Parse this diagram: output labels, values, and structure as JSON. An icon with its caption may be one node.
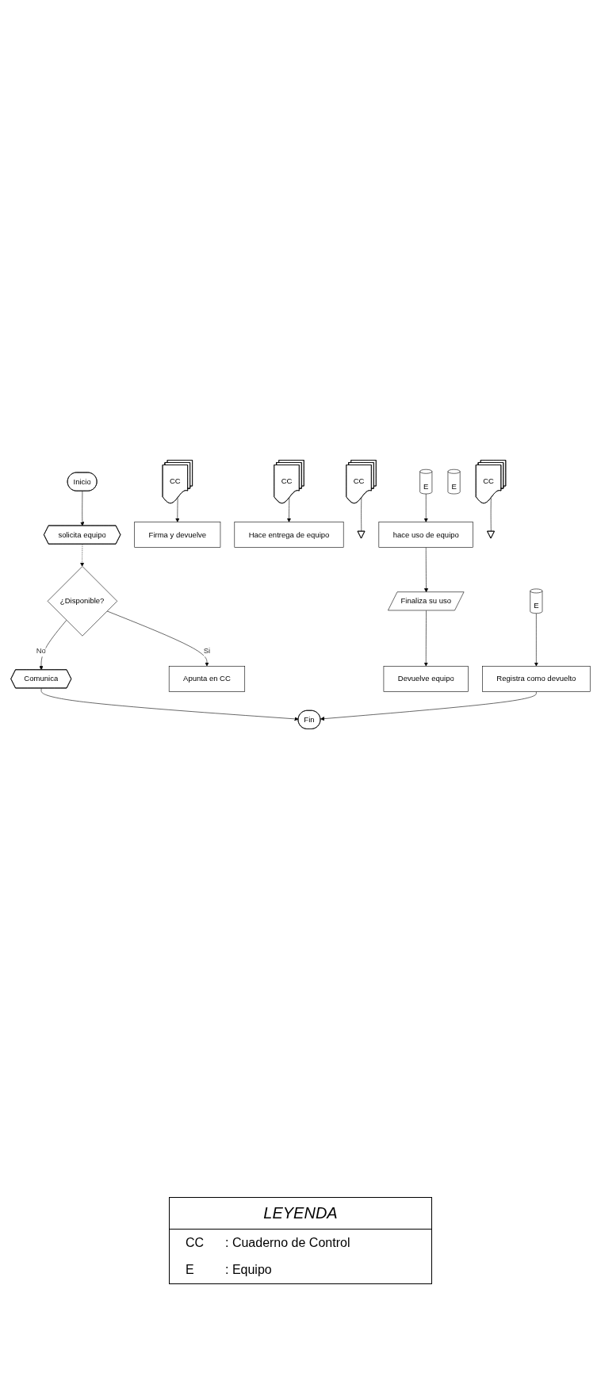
{
  "diagram": {
    "nodes": [
      {
        "text": [
          "Inicio"
        ]
      },
      {
        "text": [
          "solicita equipo"
        ]
      },
      {
        "text": [
          "¿Disponible?"
        ]
      },
      {
        "text": [
          "Comunica"
        ]
      },
      {
        "text": [
          "Apunta en CC"
        ]
      },
      {
        "text": [
          "CC"
        ]
      },
      {
        "text": [
          "Firma y devuelve"
        ]
      },
      {
        "text": [
          "CC"
        ]
      },
      {
        "text": [
          "Hace entrega de equipo"
        ]
      },
      {
        "text": [
          "CC"
        ]
      },
      {
        "text": [
          "E"
        ]
      },
      {
        "text": [],
        "shape": "triangle"
      },
      {
        "text": [
          "hace uso de equipo"
        ]
      },
      {
        "text": [
          "Finaliza su uso"
        ]
      },
      {
        "text": [
          "Devuelve equipo"
        ]
      },
      {
        "text": [
          "E"
        ]
      },
      {
        "text": [
          "Registra como devuelto"
        ]
      },
      {
        "text": [
          "E"
        ]
      },
      {
        "text": [
          "CC"
        ]
      },
      {
        "text": [],
        "shape": "triangle"
      },
      {
        "text": [
          "Fin"
        ]
      }
    ],
    "edges": [
      {
        "from": 0,
        "to": 1,
        "arrow": "to"
      },
      {
        "from": 1,
        "to": 2,
        "arrow": "to",
        "style": "dashed"
      },
      {
        "from": 2,
        "to": 3,
        "arrow": "to",
        "label": "No"
      },
      {
        "from": 2,
        "to": 4,
        "arrow": "to",
        "label": "Si"
      },
      {
        "from": 5,
        "to": 6,
        "arrow": "to"
      },
      {
        "from": 7,
        "to": 8,
        "arrow": "to"
      },
      {
        "from": 9,
        "to": 11,
        "arrow": "none"
      },
      {
        "from": 10,
        "to": 12,
        "arrow": "to"
      },
      {
        "from": 12,
        "to": 13,
        "arrow": "to"
      },
      {
        "from": 13,
        "to": 14,
        "arrow": "to"
      },
      {
        "from": 15,
        "to": 16,
        "arrow": "to"
      },
      {
        "from": 16,
        "to": 20,
        "arrow": "to"
      },
      {
        "from": 3,
        "to": 20,
        "arrow": "to"
      },
      {
        "from": 18,
        "to": 19,
        "arrow": "none"
      }
    ],
    "labels": [
      "LEYENDA",
      "CC",
      ": Cuaderno de Control",
      "E",
      ": Equipo"
    ]
  }
}
